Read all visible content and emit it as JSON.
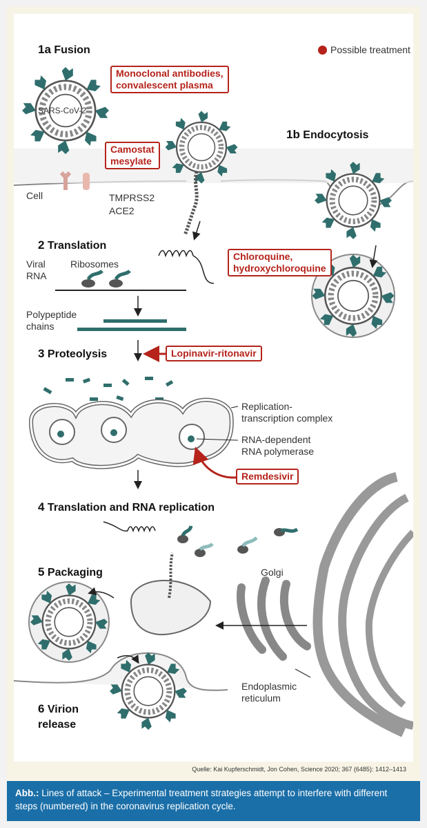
{
  "legend": {
    "label": "Possible treatment",
    "color": "#b5231b"
  },
  "steps": {
    "s1a": {
      "num": "1a",
      "label": "Fusion"
    },
    "s1b": {
      "num": "1b",
      "label": "Endocytosis"
    },
    "s2": {
      "num": "2",
      "label": "Translation"
    },
    "s3": {
      "num": "3",
      "label": "Proteolysis"
    },
    "s4": {
      "num": "4",
      "label": "Translation and RNA replication"
    },
    "s5": {
      "num": "5",
      "label": "Packaging"
    },
    "s6": {
      "num": "6",
      "label": "Virion",
      "label2": "release"
    }
  },
  "treatments": {
    "antibodies": [
      "Monoclonal antibodies,",
      "convalescent plasma"
    ],
    "camostat": [
      "Camostat",
      "mesylate"
    ],
    "chloroquine": [
      "Chloroquine,",
      "hydroxychloroquine"
    ],
    "lopinavir": "Lopinavir-ritonavir",
    "remdesivir": "Remdesivir"
  },
  "labels": {
    "virus": "SARS-CoV-2",
    "cell": "Cell",
    "tmprss2": "TMPRSS2",
    "ace2": "ACE2",
    "viral_rna": [
      "Viral",
      "RNA"
    ],
    "ribosomes": "Ribosomes",
    "polypeptide": [
      "Polypeptide",
      "chains"
    ],
    "rtc": [
      "Replication-",
      "transcription complex"
    ],
    "rdrp": [
      "RNA-dependent",
      "RNA polymerase"
    ],
    "golgi": "Golgi",
    "er": [
      "Endoplasmic",
      "reticulum"
    ]
  },
  "source": "Quelle: Kai Kupferschmidt, Jon Cohen, Science 2020; 367 (6485): 1412–1413",
  "caption": {
    "prefix": "Abb.:",
    "text": " Lines of attack – Experimental treatment strategies attempt to interfere with different steps (numbered) in the coronavirus replication cycle."
  },
  "colors": {
    "teal": "#2f6e6c",
    "red": "#b5231b",
    "caption_bg": "#1b6fa8"
  }
}
